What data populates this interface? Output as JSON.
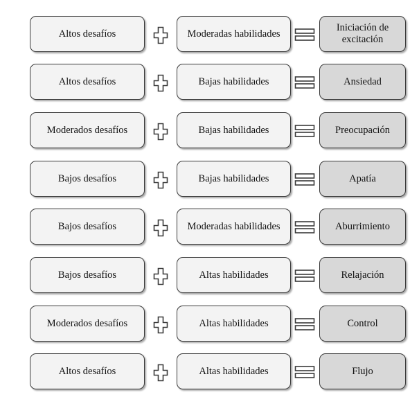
{
  "rows": [
    {
      "challenge": "Altos desafíos",
      "skill": "Moderadas habilidades",
      "result": "Iniciación de excitación"
    },
    {
      "challenge": "Altos desafíos",
      "skill": "Bajas habilidades",
      "result": "Ansiedad"
    },
    {
      "challenge": "Moderados desafíos",
      "skill": "Bajas habilidades",
      "result": "Preocupación"
    },
    {
      "challenge": "Bajos desafíos",
      "skill": "Bajas habilidades",
      "result": "Apatía"
    },
    {
      "challenge": "Bajos desafíos",
      "skill": "Moderadas habilidades",
      "result": "Aburrimiento"
    },
    {
      "challenge": "Bajos desafíos",
      "skill": "Altas habilidades",
      "result": "Relajación"
    },
    {
      "challenge": "Moderados desafíos",
      "skill": "Altas habilidades",
      "result": "Control"
    },
    {
      "challenge": "Altos desafíos",
      "skill": "Altas habilidades",
      "result": "Flujo"
    }
  ],
  "colors": {
    "box_fill": "#f3f3f3",
    "result_fill": "#d8d8d8",
    "border": "#3a3a3a"
  },
  "icons": {
    "operator_plus": "plus-outline-icon",
    "operator_equals": "equals-outline-icon"
  }
}
